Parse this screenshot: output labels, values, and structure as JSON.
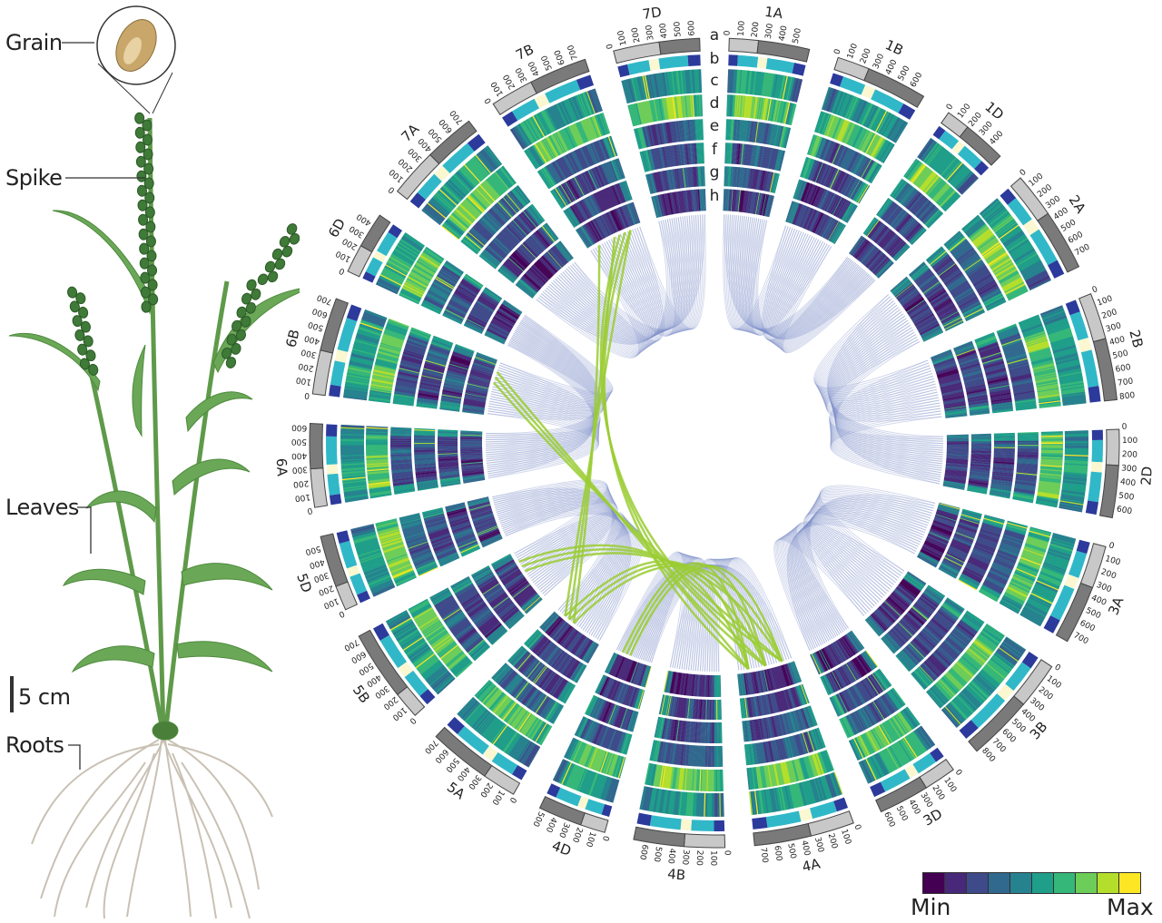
{
  "plant_labels": {
    "grain": "Grain",
    "spike": "Spike",
    "leaves": "Leaves",
    "scale": "5 cm",
    "roots": "Roots"
  },
  "track_labels": [
    "a",
    "b",
    "c",
    "d",
    "e",
    "f",
    "g",
    "h"
  ],
  "legend": {
    "min": "Min",
    "max": "Max",
    "colors": [
      "#440154",
      "#482878",
      "#3e4a89",
      "#31688e",
      "#26828e",
      "#1f9e89",
      "#35b779",
      "#6dcd59",
      "#b4de2c",
      "#fde725"
    ]
  },
  "segment_colors": {
    "outer": "#2c3a9c",
    "mid": "#30b8c8",
    "centromere": "#fbf7d0"
  },
  "link_colors": {
    "homeologous": "#7f8fc8",
    "translocation": "#9acd32"
  },
  "chart_data": {
    "type": "circos",
    "tick_interval_mb": 100,
    "chromosomes": [
      {
        "name": "1A",
        "length": 594,
        "centromere": 215
      },
      {
        "name": "1B",
        "length": 690,
        "centromere": 240
      },
      {
        "name": "1D",
        "length": 495,
        "centromere": 175
      },
      {
        "name": "2A",
        "length": 780,
        "centromere": 330
      },
      {
        "name": "2B",
        "length": 801,
        "centromere": 345
      },
      {
        "name": "2D",
        "length": 651,
        "centromere": 265
      },
      {
        "name": "3A",
        "length": 750,
        "centromere": 315
      },
      {
        "name": "3B",
        "length": 830,
        "centromere": 345
      },
      {
        "name": "3D",
        "length": 615,
        "centromere": 240
      },
      {
        "name": "4A",
        "length": 745,
        "centromere": 325
      },
      {
        "name": "4B",
        "length": 673,
        "centromere": 300
      },
      {
        "name": "4D",
        "length": 509,
        "centromere": 185
      },
      {
        "name": "5A",
        "length": 709,
        "centromere": 250
      },
      {
        "name": "5B",
        "length": 713,
        "centromere": 200
      },
      {
        "name": "5D",
        "length": 566,
        "centromere": 185
      },
      {
        "name": "6A",
        "length": 618,
        "centromere": 285
      },
      {
        "name": "6B",
        "length": 720,
        "centromere": 325
      },
      {
        "name": "6D",
        "length": 473,
        "centromere": 210
      },
      {
        "name": "7A",
        "length": 736,
        "centromere": 360
      },
      {
        "name": "7B",
        "length": 750,
        "centromere": 320
      },
      {
        "name": "7D",
        "length": 638,
        "centromere": 340
      }
    ],
    "translocations": [
      [
        "4A",
        "5A"
      ],
      [
        "4A",
        "7B"
      ],
      [
        "4A",
        "4D"
      ],
      [
        "4A",
        "5B"
      ],
      [
        "7B",
        "5A"
      ],
      [
        "4A",
        "6B"
      ]
    ]
  }
}
